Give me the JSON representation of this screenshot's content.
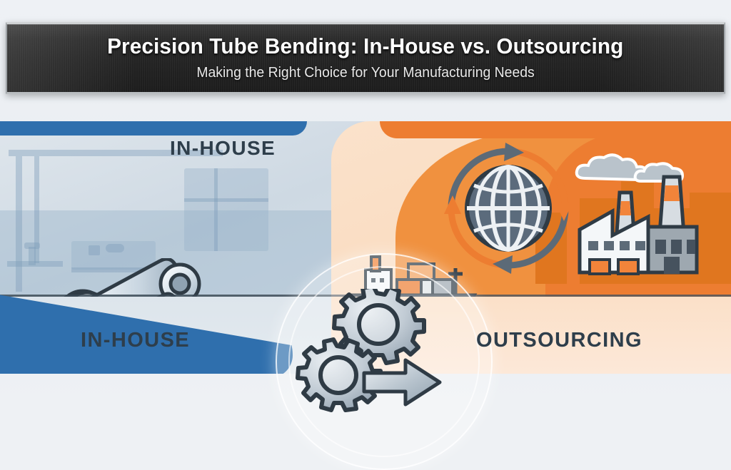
{
  "header": {
    "title": "Precision Tube Bending: In-House vs. Outsourcing",
    "subtitle": "Making the Right Choice for Your Manufacturing Needs",
    "background_color": "#252525",
    "title_color": "#ffffff",
    "subtitle_color": "#e8e8e8"
  },
  "panels": {
    "left": {
      "label_top": "IN-HOUSE",
      "label_bottom": "IN-HOUSE",
      "accent_color": "#2f6fad",
      "background_color": "#d4dee7",
      "label_color": "#2e3e4b",
      "icons": [
        "robotic-arm-icon",
        "bent-tube-icon",
        "workbench-icon",
        "control-panel-icon",
        "factory-machinery-icon"
      ]
    },
    "right": {
      "label": "OUTSOURCING",
      "accent_color": "#ed7d31",
      "background_color": "#fadfc6",
      "label_color": "#2e3e4b",
      "icons": [
        "globe-icon",
        "cycle-arrows-icon",
        "cargo-ship-icon",
        "shipping-container-icon",
        "factory-icon",
        "cloud-icon"
      ]
    }
  },
  "center": {
    "icons": [
      "gear-icon",
      "gear-icon",
      "right-arrow-icon"
    ],
    "gear_color": "#b6bfc7",
    "gear_outline_color": "#2f3b45",
    "arrow_color": "#aab6c0"
  },
  "page": {
    "background_color": "#eef1f4"
  }
}
